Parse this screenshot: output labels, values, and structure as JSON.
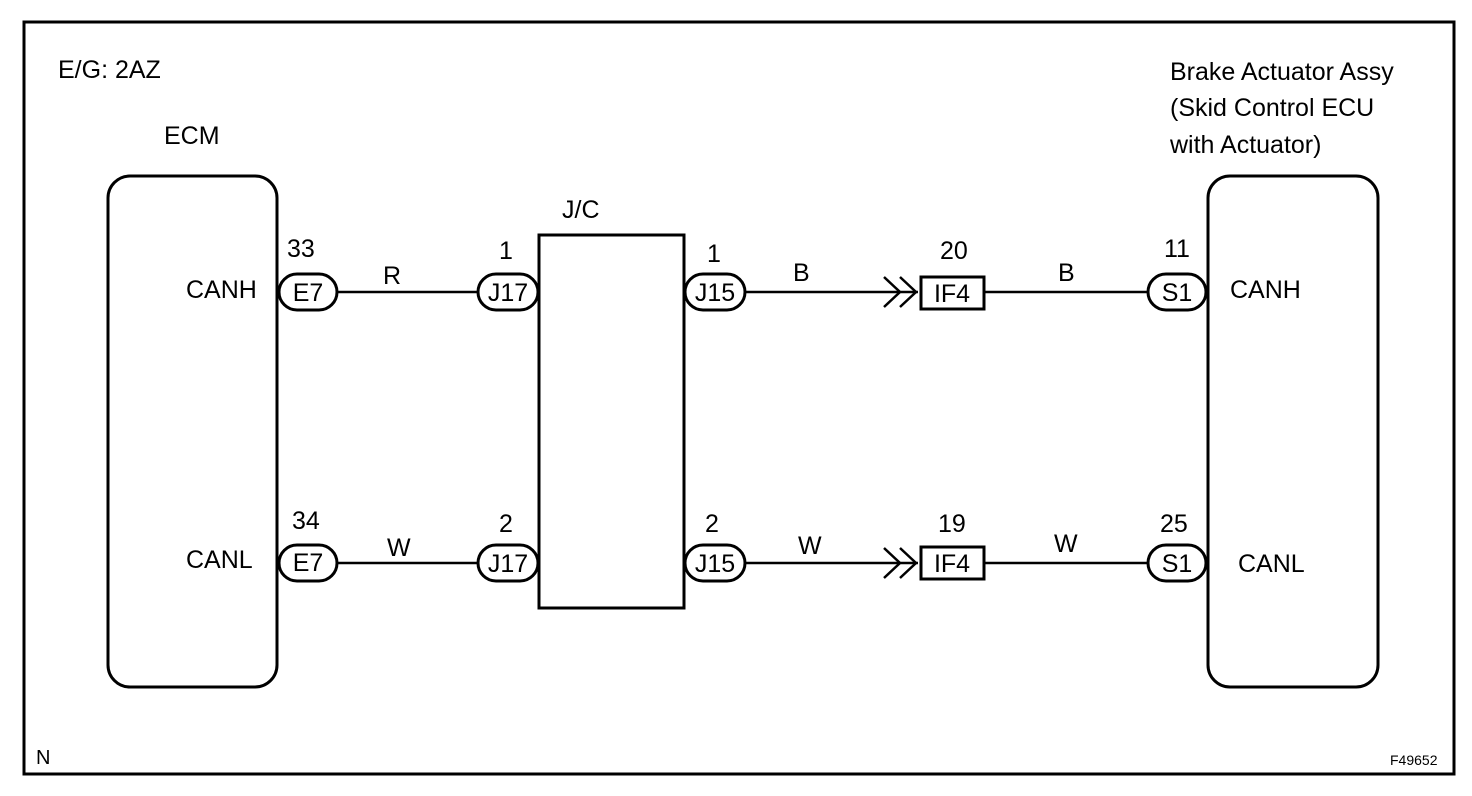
{
  "engine_label": "E/G: 2AZ",
  "ecm": {
    "title": "ECM",
    "pin_canh": "CANH",
    "pin_canl": "CANL"
  },
  "brake_actuator": {
    "title_line1": "Brake Actuator Assy",
    "title_line2": "(Skid Control ECU",
    "title_line3": "with Actuator)",
    "pin_canh": "CANH",
    "pin_canl": "CANL"
  },
  "junction": {
    "title": "J/C"
  },
  "connectors": {
    "e7_top": {
      "id": "E7",
      "pin": "33"
    },
    "e7_bot": {
      "id": "E7",
      "pin": "34"
    },
    "j17_top": {
      "id": "J17",
      "pin": "1"
    },
    "j17_bot": {
      "id": "J17",
      "pin": "2"
    },
    "j15_top": {
      "id": "J15",
      "pin": "1"
    },
    "j15_bot": {
      "id": "J15",
      "pin": "2"
    },
    "if4_top": {
      "id": "IF4",
      "pin": "20"
    },
    "if4_bot": {
      "id": "IF4",
      "pin": "19"
    },
    "s1_top": {
      "id": "S1",
      "pin": "11"
    },
    "s1_bot": {
      "id": "S1",
      "pin": "25"
    }
  },
  "wires": {
    "top_ecm_jc": "R",
    "bot_ecm_jc": "W",
    "top_jc_if4": "B",
    "bot_jc_if4": "W",
    "top_if4_s1": "B",
    "bot_if4_s1": "W"
  },
  "corner_left": "N",
  "figure_code": "F49652"
}
